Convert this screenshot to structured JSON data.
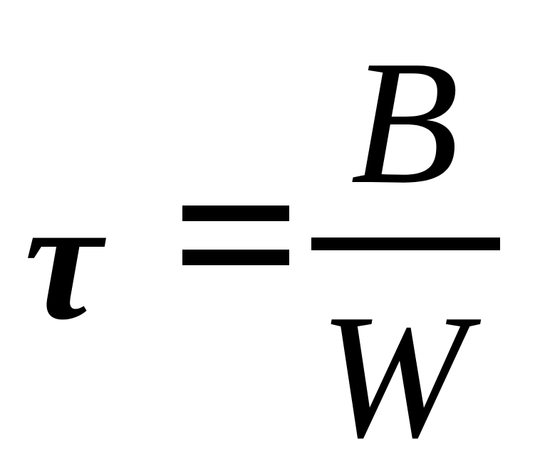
{
  "formula": {
    "lhs": "τ",
    "operator": "=",
    "numerator": "B",
    "denominator": "W"
  }
}
